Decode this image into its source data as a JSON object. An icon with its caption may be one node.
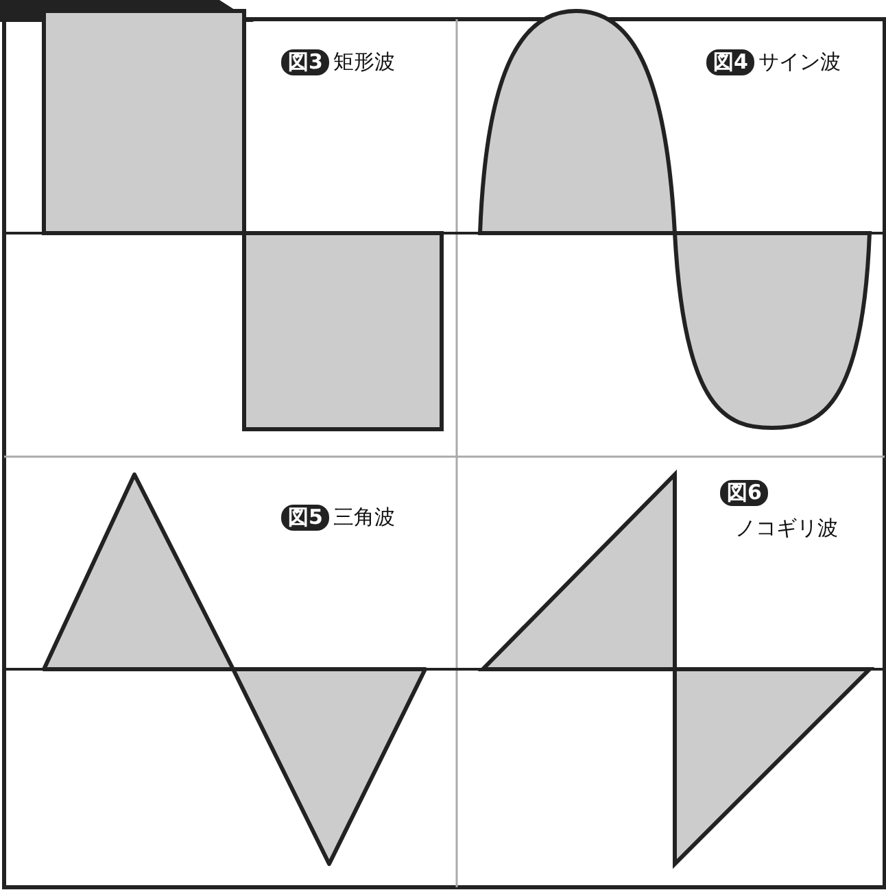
{
  "diagram": {
    "nodes": [
      {
        "text": [],
        "shape": "tab"
      }
    ],
    "labels": [
      "図3",
      "矩形波",
      "図4",
      "サイン波",
      "図5",
      "三角波",
      "図6",
      "ノコギリ波"
    ]
  }
}
